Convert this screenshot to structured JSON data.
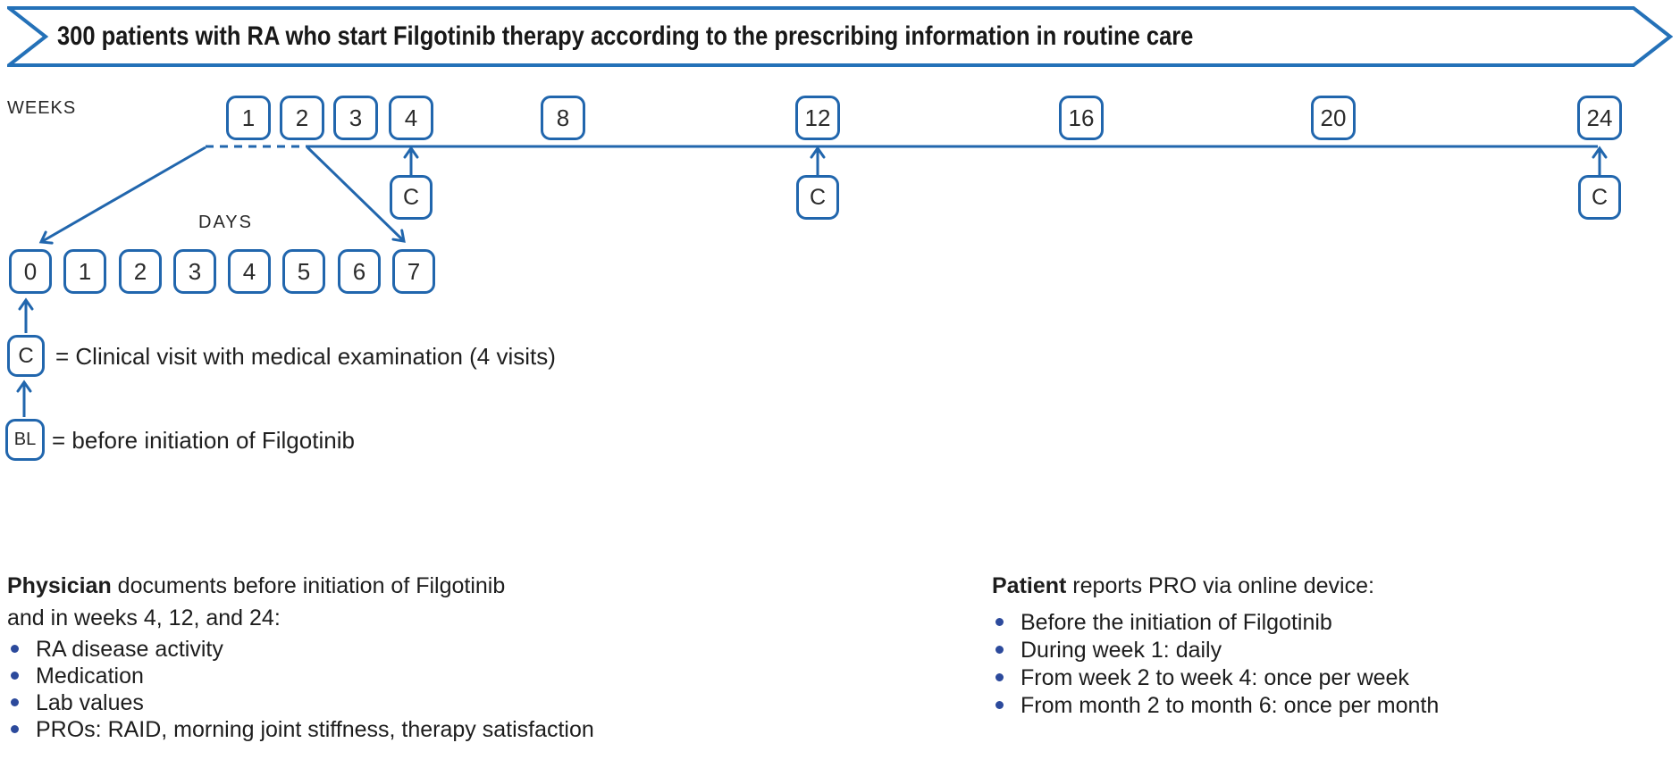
{
  "banner": {
    "text": "300 patients with RA who start Filgotinib therapy according to the prescribing information in routine care"
  },
  "timeline": {
    "weeks_label": "WEEKS",
    "days_label": "DAYS",
    "weeks": [
      "1",
      "2",
      "3",
      "4",
      "8",
      "12",
      "16",
      "20",
      "24"
    ],
    "days": [
      "0",
      "1",
      "2",
      "3",
      "4",
      "5",
      "6",
      "7"
    ],
    "visit_marker": "C"
  },
  "legend": {
    "clinical_symbol": "C",
    "clinical_text": "= Clinical visit with medical examination (4 visits)",
    "baseline_symbol": "BL",
    "baseline_text": "= before initiation of Filgotinib"
  },
  "physician_block": {
    "heading_bold": "Physician",
    "heading_rest": " documents before initiation of Filgotinib",
    "heading_line2": "and in weeks 4, 12, and 24:",
    "bullets": [
      "RA disease activity",
      "Medication",
      "Lab values",
      "PROs: RAID, morning joint stiffness, therapy satisfaction"
    ]
  },
  "patient_block": {
    "heading_bold": "Patient",
    "heading_rest": " reports PRO via online device:",
    "bullets": [
      "Before the initiation of Filgotinib",
      "During week 1: daily",
      "From week 2 to week 4: once per week",
      "From month 2 to month 6: once per month"
    ]
  },
  "colors": {
    "accent_blue": "#2166ad",
    "banner_blue": "#2471b8",
    "bullet_blue": "#2c4a9c",
    "text": "#1c1c1c"
  }
}
